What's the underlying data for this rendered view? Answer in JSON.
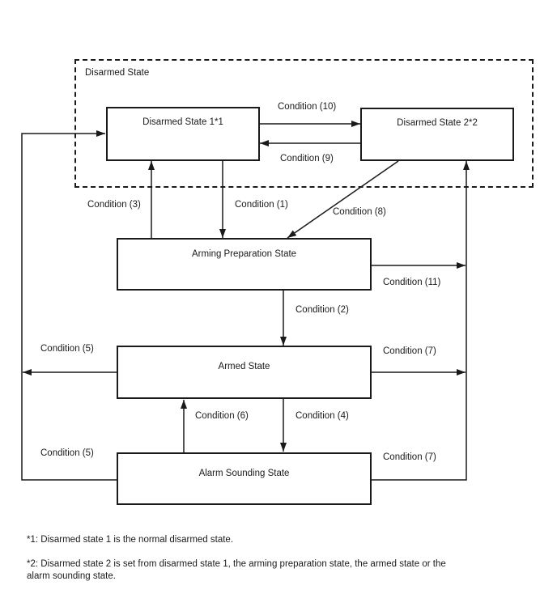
{
  "diagram": {
    "group_label": "Disarmed State",
    "states": {
      "ds1": "Disarmed State 1*1",
      "ds2": "Disarmed State 2*2",
      "arming_prep": "Arming Preparation State",
      "armed": "Armed State",
      "alarm": "Alarm Sounding State"
    },
    "conditions": {
      "c1": "Condition (1)",
      "c2": "Condition (2)",
      "c3": "Condition (3)",
      "c4": "Condition (4)",
      "c5": "Condition (5)",
      "c6": "Condition (6)",
      "c7": "Condition (7)",
      "c8": "Condition (8)",
      "c9": "Condition (9)",
      "c10": "Condition (10)",
      "c11": "Condition (11)"
    },
    "colors": {
      "line": "#1a1a1a",
      "background": "#ffffff"
    }
  },
  "footnotes": {
    "f1": "*1: Disarmed state 1 is the normal disarmed state.",
    "f2": "*2: Disarmed state 2 is set from disarmed state 1, the arming preparation state, the armed state or the\nalarm sounding state."
  }
}
